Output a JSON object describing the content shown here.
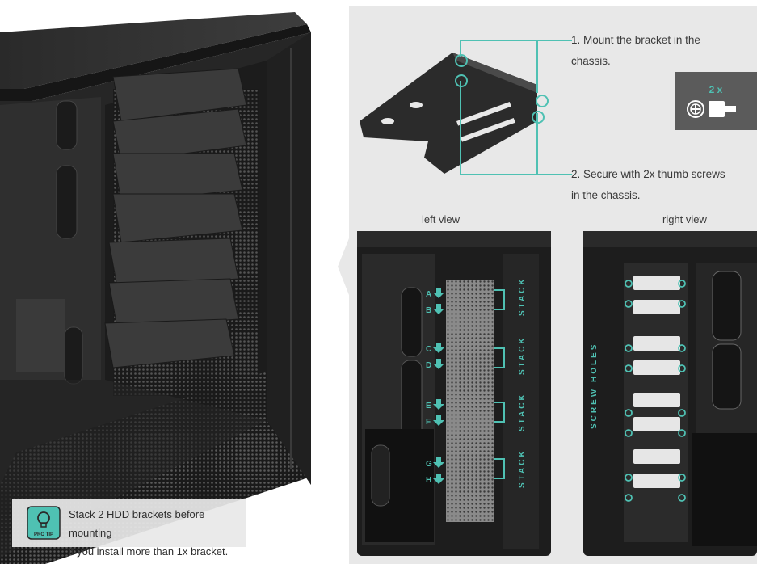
{
  "steps": {
    "step1_line1": "1. Mount the bracket in the",
    "step1_line2": "chassis.",
    "step2_line1": "2. Secure with 2x thumb screws",
    "step2_line2": "in the chassis."
  },
  "thumbscrew": {
    "count": "2 x",
    "icon": "thumb-screw-icon"
  },
  "views": {
    "left": "left view",
    "right": "right view"
  },
  "left_view": {
    "letters": [
      "A",
      "B",
      "C",
      "D",
      "E",
      "F",
      "G",
      "H"
    ],
    "stack_label": "STACK"
  },
  "right_view": {
    "vertical_label": "SCREW HOLES"
  },
  "protip": {
    "badge": "PRO TIP",
    "line1": "Stack 2 HDD brackets before mounting",
    "line2": "if you install more than 1x bracket.",
    "icon": "lightbulb-icon"
  },
  "colors": {
    "accent": "#4fc1b3",
    "panel": "#e8e8e8",
    "dark": "#1e1e1e",
    "thumb_box": "#5b5b5b"
  }
}
